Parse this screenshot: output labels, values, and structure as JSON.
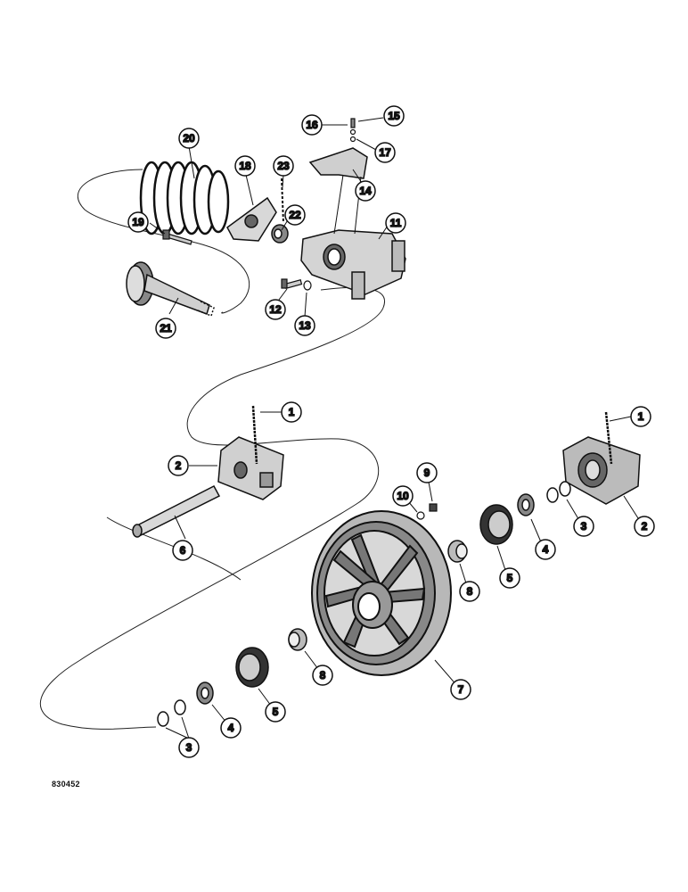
{
  "figure_code": "830452",
  "callouts": [
    {
      "id": "c1a",
      "label": "1"
    },
    {
      "id": "c1b",
      "label": "1"
    },
    {
      "id": "c2a",
      "label": "2"
    },
    {
      "id": "c2b",
      "label": "2"
    },
    {
      "id": "c3a",
      "label": "3"
    },
    {
      "id": "c3b",
      "label": "3"
    },
    {
      "id": "c4a",
      "label": "4"
    },
    {
      "id": "c4b",
      "label": "4"
    },
    {
      "id": "c5a",
      "label": "5"
    },
    {
      "id": "c5b",
      "label": "5"
    },
    {
      "id": "c6",
      "label": "6"
    },
    {
      "id": "c7",
      "label": "7"
    },
    {
      "id": "c8a",
      "label": "8"
    },
    {
      "id": "c8b",
      "label": "8"
    },
    {
      "id": "c9",
      "label": "9"
    },
    {
      "id": "c10",
      "label": "10"
    },
    {
      "id": "c11",
      "label": "11"
    },
    {
      "id": "c12",
      "label": "12"
    },
    {
      "id": "c13",
      "label": "13"
    },
    {
      "id": "c14",
      "label": "14"
    },
    {
      "id": "c15",
      "label": "15"
    },
    {
      "id": "c16",
      "label": "16"
    },
    {
      "id": "c17",
      "label": "17"
    },
    {
      "id": "c18",
      "label": "18"
    },
    {
      "id": "c19",
      "label": "19"
    },
    {
      "id": "c20",
      "label": "20"
    },
    {
      "id": "c21",
      "label": "21"
    },
    {
      "id": "c22",
      "label": "22"
    },
    {
      "id": "c23",
      "label": "23"
    }
  ]
}
